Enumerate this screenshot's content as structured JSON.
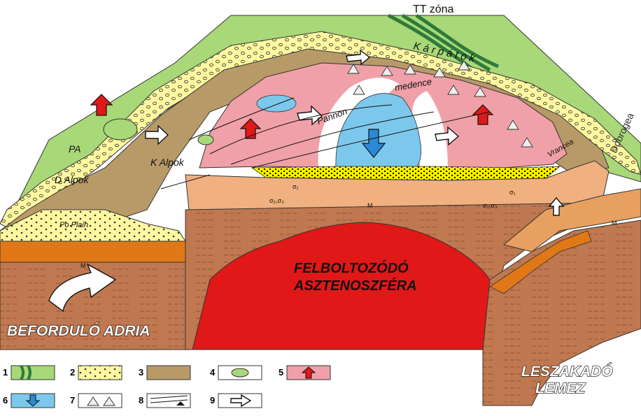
{
  "labels": {
    "tt_zona": "TT zóna",
    "karpatok": "K á r p á t o k",
    "pannon": "Pannon",
    "medence": "medence",
    "dobrogea": "Dobrogea",
    "vrancea": "Vrancea",
    "pa": "PA",
    "d_alpok": "D Alpok",
    "k_alpok": "K Alpok",
    "po_plain": "Po Plain",
    "m_marker": "M",
    "sigma1": "σ₁",
    "sigma23": "σ₂,σ₃",
    "felboltozodo": "FELBOLTOZÓDÓ",
    "asztenoszfera": "ASZTENOSZFÉRA",
    "befordulo_adria": "BEFORDULÓ ADRIA",
    "leszakado": "LESZAKADÓ",
    "lemez": "LEMEZ"
  },
  "legend": [
    {
      "num": "1",
      "kind": "green-waves"
    },
    {
      "num": "2",
      "kind": "yellow-dots"
    },
    {
      "num": "3",
      "kind": "brown"
    },
    {
      "num": "4",
      "kind": "green-blob"
    },
    {
      "num": "5",
      "kind": "red-up-arrow"
    },
    {
      "num": "6",
      "kind": "blue-down-arrow"
    },
    {
      "num": "7",
      "kind": "volcanoes"
    },
    {
      "num": "8",
      "kind": "fault-symbols"
    },
    {
      "num": "9",
      "kind": "white-arrow"
    }
  ],
  "colors": {
    "green": "#a8d878",
    "yellow": "#fff8a0",
    "brown": "#b89a68",
    "pink": "#f0a0a8",
    "blue": "#7cc8ec",
    "orange": "#e8a060",
    "mantle": "#c07850",
    "asthenosphere": "#e01818",
    "darkorange": "#e07818"
  }
}
